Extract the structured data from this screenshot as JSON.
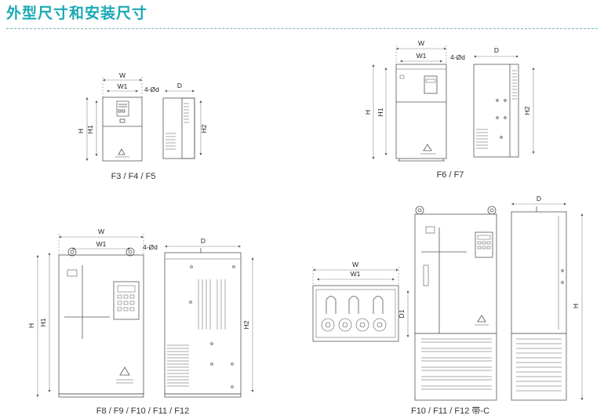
{
  "page": {
    "title": "外型尺寸和安装尺寸"
  },
  "dimension_labels": {
    "W": "W",
    "W1": "W1",
    "H": "H",
    "H1": "H1",
    "H2": "H2",
    "D": "D",
    "D1": "D1",
    "hole": "4-Ød"
  },
  "captions": {
    "f3_f5": "F3 / F4 / F5",
    "f6_f7": "F6 / F7",
    "f8_f12": "F8 / F9 / F10 / F11 / F12",
    "f10_f12_c": "F10 / F11 / F12 带-C"
  },
  "colors": {
    "title": "#1aa9b5",
    "line": "#555555",
    "dim": "#888888"
  }
}
